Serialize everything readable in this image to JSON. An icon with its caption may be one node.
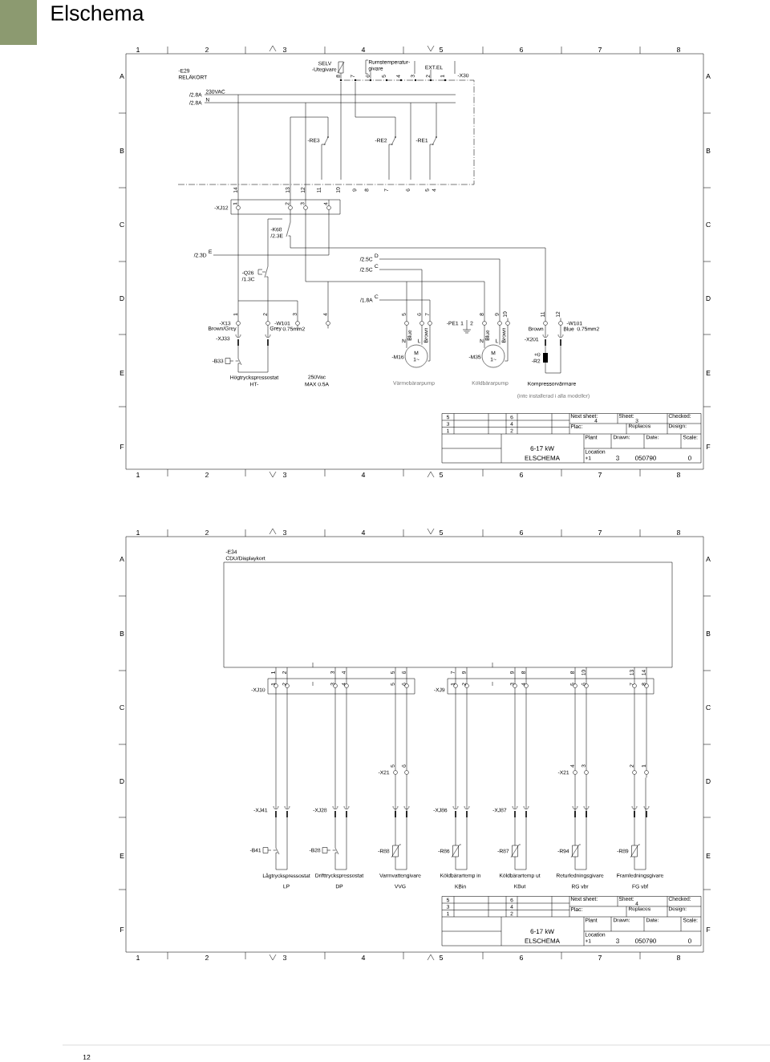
{
  "diagram": {
    "title": "Elschema",
    "nodes": [
      {
        "text": [
          "-E29 RELÄKORT"
        ]
      },
      {
        "text": [
          "-Utegivare"
        ]
      },
      {
        "text": [
          "Rumstemperatur- givare"
        ]
      },
      {
        "text": [
          "EXT.EL"
        ]
      },
      {
        "text": [
          "-X30"
        ],
        "in": 0
      },
      {
        "text": [
          "-RE3"
        ],
        "in": 0
      },
      {
        "text": [
          "-RE2"
        ],
        "in": 0
      },
      {
        "text": [
          "-RE1"
        ],
        "in": 0
      },
      {
        "text": [
          "-XJ12"
        ]
      },
      {
        "text": [
          "-K68 /2.3E"
        ]
      },
      {
        "text": [
          "-Q26 /1.3C"
        ]
      },
      {
        "text": [
          "-X13"
        ]
      },
      {
        "text": [
          "-PE1"
        ]
      },
      {
        "text": [
          "-XJ33"
        ]
      },
      {
        "text": [
          "-X201"
        ]
      },
      {
        "text": [
          "-B33"
        ],
        "beside": [
          "Högtryckspressostat",
          "HT-"
        ]
      },
      {
        "text": [
          "M",
          "1~"
        ],
        "beside": [
          "-M16",
          "Värmebärarpump"
        ]
      },
      {
        "text": [
          "M",
          "1~"
        ],
        "beside": [
          "-M35",
          "Köldbärarpump"
        ]
      },
      {
        "text": [
          "+0",
          "-R2"
        ],
        "beside": [
          "Kompressorvärmare",
          "(inte installerad i alla modeller)"
        ]
      },
      {
        "text": [
          "-E34 CDU/Displaykort"
        ]
      },
      {
        "text": [
          "-XJ10"
        ]
      },
      {
        "text": [
          "-XJ9"
        ]
      },
      {
        "text": [
          "-X21"
        ]
      },
      {
        "text": [
          "-X21"
        ]
      },
      {
        "text": [
          "-XJ41"
        ]
      },
      {
        "text": [
          "-XJ28"
        ]
      },
      {
        "text": [
          "-XJ86"
        ]
      },
      {
        "text": [
          "-XJ87"
        ]
      },
      {
        "text": [
          "-B41"
        ],
        "beside": [
          "Lågtryckspressostat",
          "LP"
        ]
      },
      {
        "text": [
          "-B28"
        ],
        "beside": [
          "Drifttryckspressostat",
          "DP"
        ]
      },
      {
        "text": [
          "-R88"
        ],
        "beside": [
          "Varmvattengivare",
          "VVG"
        ]
      },
      {
        "text": [
          "-R86"
        ],
        "beside": [
          "Köldbärartemp in",
          "KBin"
        ]
      },
      {
        "text": [
          "-R87"
        ],
        "beside": [
          "Köldbärartemp ut",
          "KBut"
        ]
      },
      {
        "text": [
          "-R94"
        ],
        "beside": [
          "Returledningsgivare",
          "RG vbr"
        ]
      },
      {
        "text": [
          "-R89"
        ],
        "beside": [
          "Framledningsgivare",
          "FG vbf"
        ]
      },
      {
        "text": [
          "/2.3D",
          "E"
        ]
      },
      {
        "text": [
          "/2.5C",
          "D"
        ]
      },
      {
        "text": [
          "/2.5C",
          "C"
        ]
      },
      {
        "text": [
          "/1.8A",
          "C"
        ]
      }
    ],
    "edges": [
      {
        "from": 1,
        "to": 4,
        "arrow": "none"
      },
      {
        "from": 2,
        "to": 4,
        "arrow": "none"
      },
      {
        "from": 3,
        "to": 4,
        "arrow": "none"
      },
      {
        "from": 0,
        "to": 8,
        "arrow": "none"
      },
      {
        "from": 0,
        "to": 8,
        "arrow": "none"
      },
      {
        "from": 4,
        "to": 6,
        "arrow": "none"
      },
      {
        "from": 5,
        "to": 8,
        "arrow": "none"
      },
      {
        "from": 8,
        "to": 11,
        "arrow": "none"
      },
      {
        "from": 8,
        "to": 9,
        "arrow": "none"
      },
      {
        "from": 9,
        "to": 10,
        "arrow": "none"
      },
      {
        "from": 10,
        "to": 11,
        "arrow": "none"
      },
      {
        "from": 9,
        "to": 11,
        "arrow": "none"
      },
      {
        "from": 8,
        "to": 11,
        "arrow": "none"
      },
      {
        "from": 35,
        "to": 8,
        "arrow": "none"
      },
      {
        "from": 36,
        "to": 11,
        "arrow": "none"
      },
      {
        "from": 37,
        "to": 11,
        "arrow": "none"
      },
      {
        "from": 38,
        "to": 11,
        "arrow": "none"
      },
      {
        "from": 11,
        "to": 13,
        "arrow": "none"
      },
      {
        "from": 13,
        "to": 15,
        "arrow": "none"
      },
      {
        "from": 11,
        "to": 16,
        "arrow": "none"
      },
      {
        "from": 11,
        "to": 17,
        "arrow": "none"
      },
      {
        "from": 11,
        "to": 14,
        "arrow": "none"
      },
      {
        "from": 14,
        "to": 18,
        "arrow": "none"
      },
      {
        "from": 19,
        "to": 20,
        "arrow": "none"
      },
      {
        "from": 19,
        "to": 21,
        "arrow": "none"
      },
      {
        "from": 20,
        "to": 24,
        "arrow": "none"
      },
      {
        "from": 20,
        "to": 25,
        "arrow": "none"
      },
      {
        "from": 20,
        "to": 22,
        "arrow": "none"
      },
      {
        "from": 21,
        "to": 26,
        "arrow": "none"
      },
      {
        "from": 21,
        "to": 27,
        "arrow": "none"
      },
      {
        "from": 21,
        "to": 23,
        "arrow": "none"
      },
      {
        "from": 24,
        "to": 28,
        "arrow": "none"
      },
      {
        "from": 25,
        "to": 29,
        "arrow": "none"
      },
      {
        "from": 22,
        "to": 30,
        "arrow": "none"
      },
      {
        "from": 26,
        "to": 31,
        "arrow": "none"
      },
      {
        "from": 27,
        "to": 32,
        "arrow": "none"
      },
      {
        "from": 23,
        "to": 33,
        "arrow": "none"
      },
      {
        "from": 23,
        "to": 34,
        "arrow": "none"
      }
    ],
    "labels": [
      "1",
      "2",
      "3",
      "4",
      "5",
      "6",
      "7",
      "8",
      "A",
      "B",
      "C",
      "D",
      "E",
      "F",
      "A",
      "B",
      "C",
      "D",
      "E",
      "F",
      "1",
      "2",
      "3",
      "4",
      "5",
      "6",
      "7",
      "8",
      "SELV",
      "/2.8A",
      "230VAC",
      "/2.8A",
      "N",
      "8",
      "7",
      "6",
      "5",
      "4",
      "3",
      "2",
      "1",
      "14",
      "13",
      "12",
      "11",
      "10",
      "9",
      "8",
      "7",
      "6",
      "5",
      "4",
      "1",
      "2",
      "3",
      "4",
      "1",
      "2",
      "3",
      "4",
      "5",
      "6",
      "7",
      "8",
      "9",
      "10",
      "11",
      "12",
      "1",
      "2",
      "Brown/Grey",
      "Grey",
      "-W101",
      "0.75mm2",
      "N",
      "L",
      "Blue",
      "Brown",
      "N",
      "L",
      "Blue",
      "Brown",
      "Brown",
      "Blue",
      "-W101",
      "0.75mm2",
      "250Vac",
      "MAX 0.5A",
      "5",
      "3",
      "1",
      "6",
      "4",
      "2",
      "Next sheet:",
      "4",
      "Sheet:",
      "3",
      "Checked:",
      "Plac:",
      "Replaces",
      "Design:",
      "Plant",
      "Drawn:",
      "Date:",
      "Scale:",
      "6-17 kW",
      "ELSCHEMA",
      "Location",
      "+1",
      "3",
      "050790",
      "0",
      "1",
      "2",
      "3",
      "4",
      "5",
      "6",
      "7",
      "8",
      "A",
      "B",
      "C",
      "D",
      "E",
      "F",
      "A",
      "B",
      "C",
      "D",
      "E",
      "F",
      "1",
      "2",
      "3",
      "4",
      "5",
      "6",
      "7",
      "8",
      "1",
      "2",
      "3",
      "4",
      "5",
      "6",
      "7",
      "9",
      "9",
      "8",
      "8",
      "10",
      "13",
      "14",
      "1",
      "2",
      "3",
      "4",
      "5",
      "6",
      "1",
      "2",
      "3",
      "4",
      "5",
      "6",
      "7",
      "8",
      "5",
      "6",
      "4",
      "3",
      "2",
      "1",
      "5",
      "3",
      "1",
      "6",
      "4",
      "2",
      "Next sheet:",
      "Sheet:",
      "4",
      "Checked:",
      "Plac:",
      "Replaces",
      "Design:",
      "Plant",
      "Drawn:",
      "Date:",
      "Scale:",
      "6-17 kW",
      "ELSCHEMA",
      "Location",
      "+1",
      "3",
      "050790",
      "0",
      "12"
    ]
  }
}
